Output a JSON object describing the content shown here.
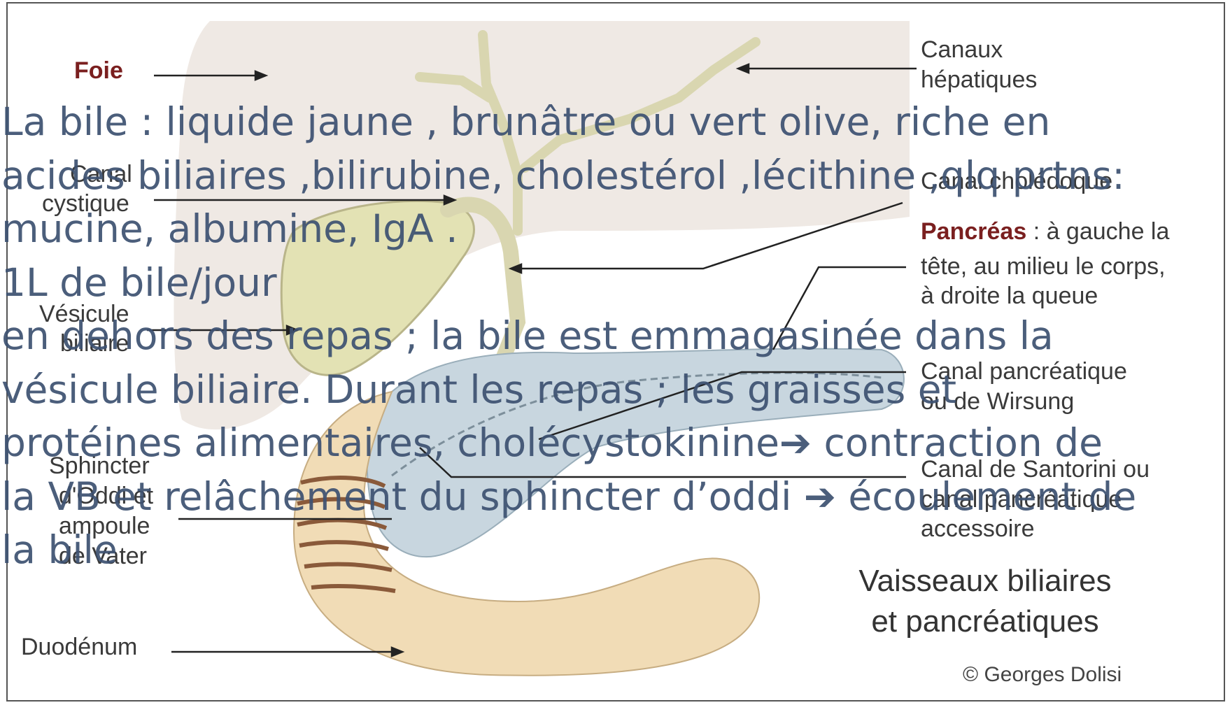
{
  "labels": {
    "foie": "Foie",
    "canaux_hepatiques": [
      "Canaux",
      "hépatiques"
    ],
    "canal_cystique": [
      "Canal",
      "cystique"
    ],
    "canal_choledoque": "Canal cholédoque",
    "pancreas_bold": "Pancréas",
    "pancreas_desc": [
      ": à gauche la",
      "tête, au milieu le corps,",
      "à droite  la queue"
    ],
    "vesicule": [
      "Vésicule",
      "biliaire"
    ],
    "canal_wirsung": [
      "Canal pancréatique",
      "ou de Wirsung"
    ],
    "canal_santorini": [
      "Canal de Santorini ou",
      "canal pancréatique",
      "accessoire"
    ],
    "sphincter": [
      "Sphincter",
      "d'Oddi et",
      "ampoule",
      "de Vater"
    ],
    "duodenum": "Duodénum"
  },
  "title": [
    "Vaisseaux biliaires",
    "et pancréatiques"
  ],
  "credit": "© Georges Dolisi",
  "overlay_text": [
    "La bile : liquide jaune , brunâtre ou vert olive, riche en",
    "acides biliaires ,bilirubine, cholestérol ,lécithine ,qlq prtns:",
    "mucine, albumine, IgA .",
    "1L de bile/jour",
    "en dehors des repas ; la bile est emmagasinée dans la",
    "vésicule biliaire. Durant les repas ; les graisses et",
    "protéines alimentaires, cholécystokinine➔ contraction de",
    "la VB et relâchement du sphincter d’oddi ➔  écoulement de",
    "la bile"
  ],
  "colors": {
    "overlay_text": "#3e5272",
    "liver": "#efe9e4",
    "gallbladder": "#e3e2b4",
    "pancreas": "#c8d6df",
    "duodenum": "#f1dcb6"
  }
}
